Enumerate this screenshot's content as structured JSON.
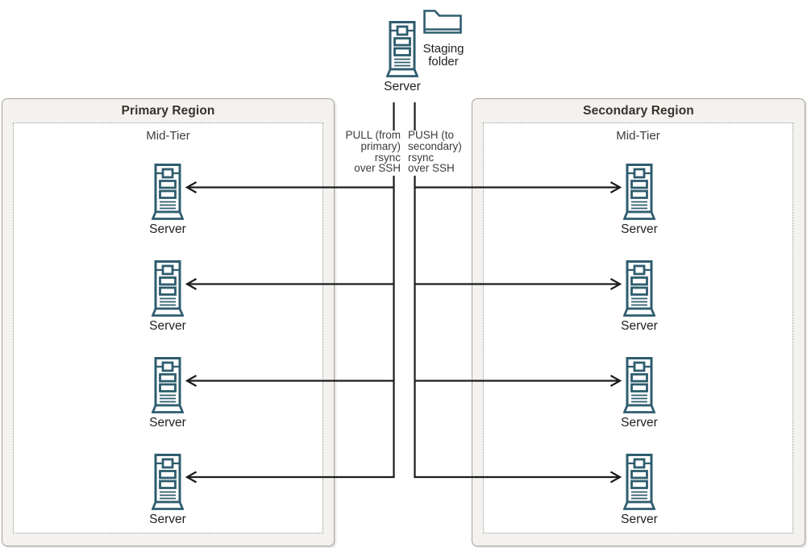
{
  "colors": {
    "icon_teal": "#2e5d6e",
    "arrow_black": "#1c1c1c",
    "region_fill": "#f4f2ef",
    "region_border": "#a7a19a",
    "dashed_border": "#8f8f8f",
    "text_dark": "#1f1f1f"
  },
  "staging": {
    "server_label": "Server",
    "folder_label_lines": [
      "Staging",
      "folder"
    ]
  },
  "flows": {
    "pull": {
      "lines": [
        "PULL (from",
        "primary)",
        "rsync",
        "over SSH"
      ]
    },
    "push": {
      "lines": [
        "PUSH (to",
        "secondary)",
        "rsync",
        "over SSH"
      ]
    }
  },
  "regions": {
    "primary": {
      "title": "Primary Region",
      "tier_label": "Mid-Tier",
      "servers": [
        "Server",
        "Server",
        "Server",
        "Server"
      ]
    },
    "secondary": {
      "title": "Secondary Region",
      "tier_label": "Mid-Tier",
      "servers": [
        "Server",
        "Server",
        "Server",
        "Server"
      ]
    }
  }
}
